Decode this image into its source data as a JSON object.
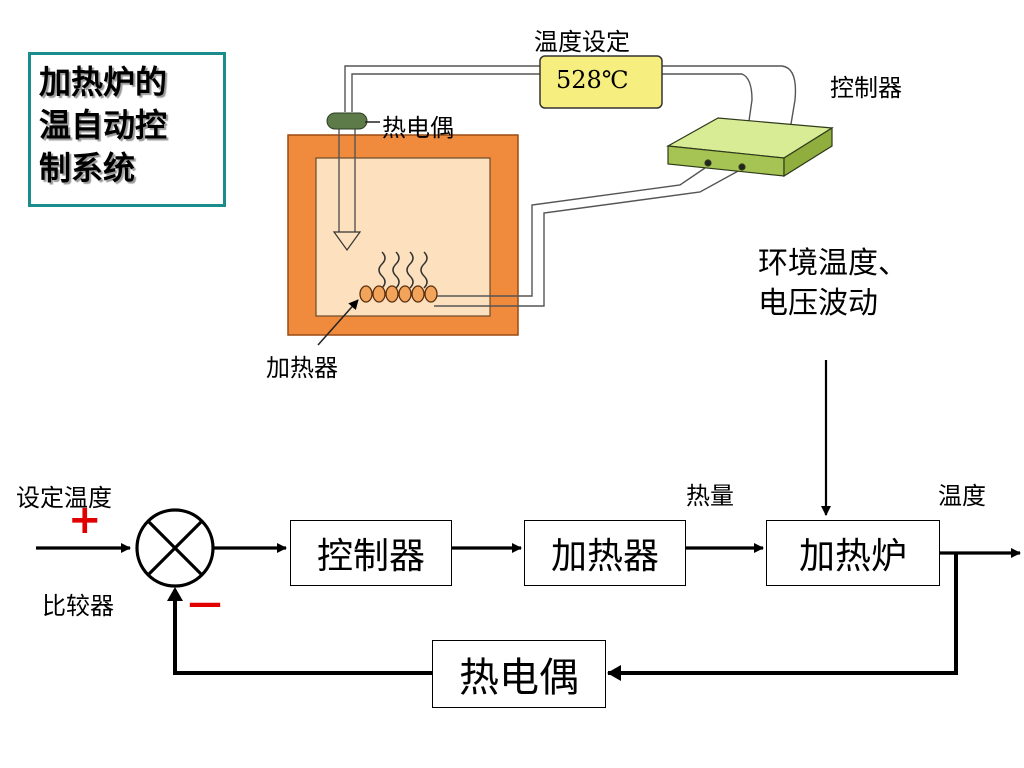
{
  "title": "加热炉的\n温自动控\n制系统",
  "illustration": {
    "setpoint_label": "温度设定",
    "setpoint_value": "528℃",
    "controller_label": "控制器",
    "thermocouple_label": "热电偶",
    "heater_label": "加热器"
  },
  "disturbance_label": "环境温度、\n电压波动",
  "block_diagram": {
    "input_label": "设定温度",
    "plus_sign": "+",
    "minus_sign": "—",
    "comparator_label": "比较器",
    "heat_label": "热量",
    "output_label": "温度",
    "blocks": {
      "controller": "控制器",
      "heater": "加热器",
      "furnace": "加热炉",
      "thermocouple": "热电偶"
    }
  },
  "colors": {
    "title_border": "#1b8c8c",
    "furnace_wall": "#f08a3c",
    "furnace_inner": "#fde0be",
    "setpoint_box": "#f6ee7e",
    "controller_box": "#b9d66a",
    "sensor": "#5d7a49",
    "sign_color": "#e10000"
  }
}
